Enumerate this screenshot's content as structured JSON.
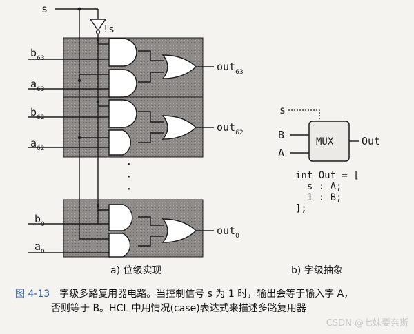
{
  "signals": {
    "s": "s",
    "not_s": "!s"
  },
  "bits": [
    {
      "b_base": "b",
      "b_sub": "63",
      "a_base": "a",
      "a_sub": "63",
      "out_base": "out",
      "out_sub": "63"
    },
    {
      "b_base": "b",
      "b_sub": "62",
      "a_base": "a",
      "a_sub": "62",
      "out_base": "out",
      "out_sub": "62"
    },
    {
      "b_base": "b",
      "b_sub": "0",
      "a_base": "a",
      "a_sub": "0",
      "out_base": "out",
      "out_sub": "0"
    }
  ],
  "ellipsis": "·",
  "abstract": {
    "s": "s",
    "B": "B",
    "A": "A",
    "mux": "MUX",
    "out": "Out",
    "hcl_lines": [
      "int Out = [",
      "  s : A;",
      "  1 : B;",
      "];"
    ]
  },
  "captions": {
    "left": "a) 位级实现",
    "right": "b) 字级抽象"
  },
  "figure": {
    "number": "图 4-13",
    "line1": "字级多路复用器电路。当控制信号 s 为 1 时，输出会等于输入字 A，",
    "line2": "否则等于 B。HCL 中用情况(case)表达式来描述多路复用器"
  },
  "watermark": "CSDN @七妹要奈斯",
  "colors": {
    "box_fill": "#8e8b88",
    "gate_fill": "#ffffff",
    "ink": "#1a1a1a",
    "mux_fill": "#eceae6",
    "caption_blue": "#2b5f9a"
  }
}
